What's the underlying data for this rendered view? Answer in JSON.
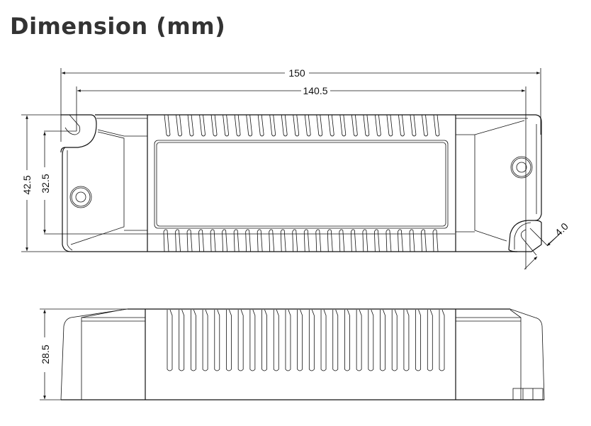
{
  "title": "Dimension (mm)",
  "dimensions": {
    "overall_length": "150",
    "mounting_hole_spacing": "140.5",
    "overall_width": "42.5",
    "mounting_width": "32.5",
    "slot_width": "4.0",
    "height": "28.5"
  },
  "top_view_vent_count": 24,
  "side_view_vent_count": 24
}
